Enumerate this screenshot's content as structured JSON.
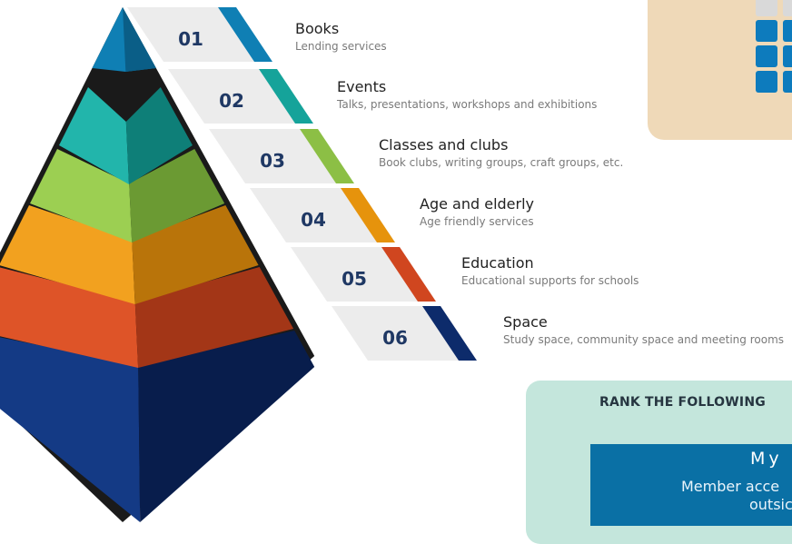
{
  "pyramid": {
    "levels": [
      {
        "number": "01",
        "title": "Books",
        "subtitle": "Lending services",
        "color": "#0f7fb4",
        "dark": "#0a5e87",
        "light": "#1590c8"
      },
      {
        "number": "02",
        "title": "Events",
        "subtitle": "Talks, presentations, workshops and exhibitions",
        "color": "#15a39a",
        "dark": "#0e7f78",
        "light": "#22b5ab"
      },
      {
        "number": "03",
        "title": "Classes and clubs",
        "subtitle": "Book clubs, writing groups, craft groups, etc.",
        "color": "#8cbf45",
        "dark": "#6b9a33",
        "light": "#9ccf52"
      },
      {
        "number": "04",
        "title": "Age and elderly",
        "subtitle": "Age friendly services",
        "color": "#e6930c",
        "dark": "#b9740a",
        "light": "#f2a11f"
      },
      {
        "number": "05",
        "title": "Education",
        "subtitle": "Educational supports for schools",
        "color": "#d0461f",
        "dark": "#a33617",
        "light": "#de5428"
      },
      {
        "number": "06",
        "title": "Space",
        "subtitle": "Study space, community space and meeting rooms",
        "color": "#0d2b6b",
        "dark": "#081d4c",
        "light": "#143a85"
      }
    ]
  },
  "poll": {
    "rank_text": "RANK THE FOLLOWING",
    "panel_title": "My",
    "panel_line1": "Member acce",
    "panel_line2": "outsic"
  },
  "colors": {
    "beige_card": "#efd9b8",
    "green_card": "#c4e6dc",
    "blue_panel": "#0a70a5",
    "tile_blue": "#0d7bbd",
    "tile_grey": "#d9d9d9"
  }
}
